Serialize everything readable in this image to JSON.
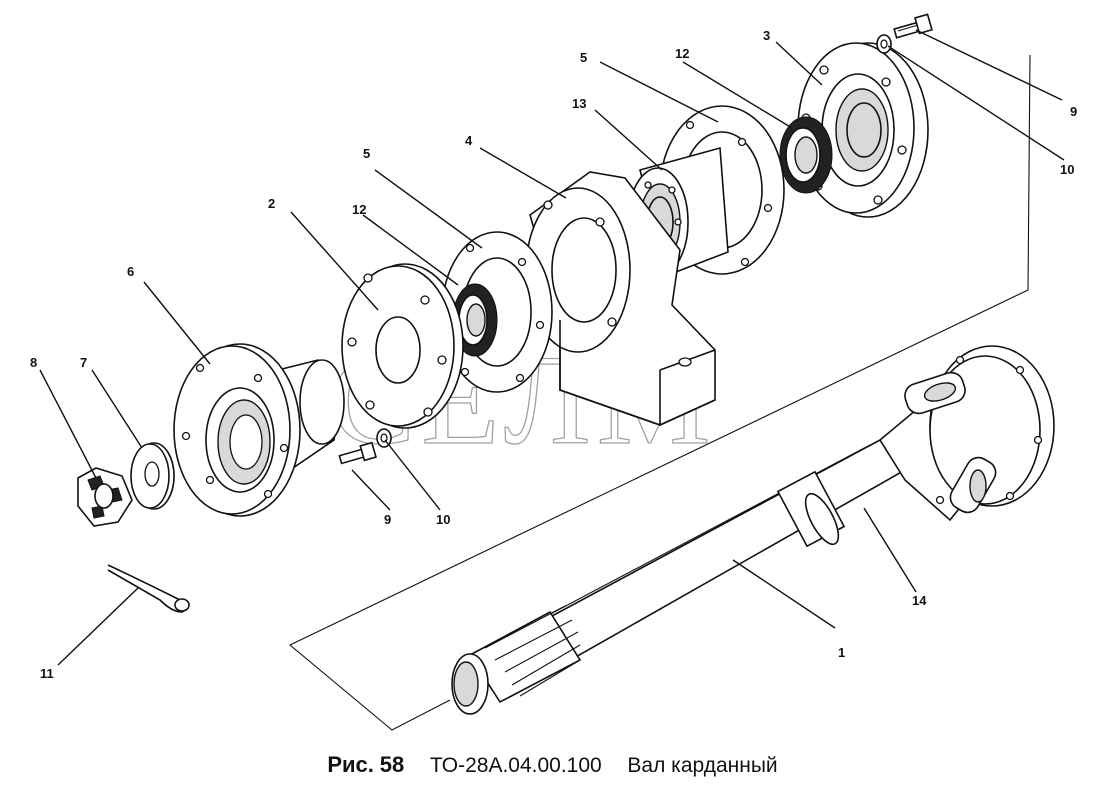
{
  "watermark": "СЕЛМ",
  "caption": {
    "figure_label": "Рис.",
    "figure_number": "58",
    "code": "ТО-28А.04.00.100",
    "title": "Вал карданный"
  },
  "callouts": {
    "c1": "1",
    "c2": "2",
    "c3": "3",
    "c4": "4",
    "c5a": "5",
    "c5b": "5",
    "c6": "6",
    "c7": "7",
    "c8": "8",
    "c9a": "9",
    "c9b": "9",
    "c10a": "10",
    "c10b": "10",
    "c11": "11",
    "c12a": "12",
    "c12b": "12",
    "c13": "13",
    "c14": "14"
  }
}
